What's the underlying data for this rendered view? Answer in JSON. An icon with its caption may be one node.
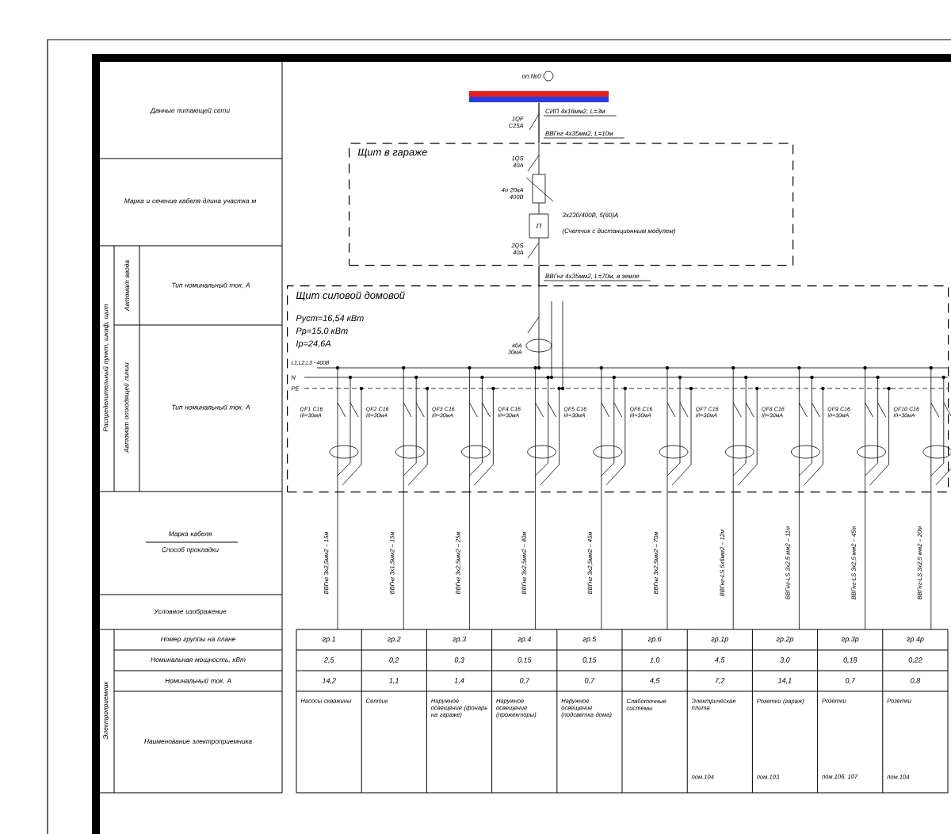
{
  "diagram": {
    "nodes": [
      {
        "text": [],
        "shape": "bar"
      },
      {
        "text": [
          "Щит в гараже"
        ]
      },
      {
        "text": [
          "Щит силовой домовой",
          "Руст=16,54 кВт",
          "Рр=15,0 кВт",
          "Iр=24,6А"
        ]
      }
    ],
    "edges": [
      {
        "from": 0,
        "to": 1,
        "arrow": "none",
        "label": "ВВГнг 4х35мм2, L=10м"
      },
      {
        "from": 1,
        "to": 2,
        "arrow": "none",
        "label": "ВВГнг 4х35мм2, L=70м, в земле"
      }
    ],
    "labels": [
      "Данные питающей сети",
      "Марка и сечение кабеля-длина участка м",
      "Распределительный пункт, шкаф, щит",
      "Автомат ввода",
      "Тип номинальный ток, А",
      "Автомат отходящей линии",
      "Тип номинальный ток, А",
      "Марка кабеля",
      "Способ прокладки",
      "Условное изображение",
      "Электроприемник",
      "Номер группы на плане",
      "Номинальная мощность, кВт",
      "Номинальный ток, А",
      "Наименование электроприемника",
      "оп.№0",
      "СИП 4х16мм2, L=3м",
      "1QF С25А",
      "1QS 40А",
      "4п 20кА 400В",
      "3х230/400В, 5(60)А",
      "(Счетчик с дистанционным модулем)",
      "2QS 40А",
      "40А 30мА",
      "L1,L2,L3 ~400В",
      "N",
      "PE",
      "QF1 С16 Iд=30мА",
      "QF2 С16 Iд=30мА",
      "QF3 С16 Iд=30мА",
      "QF4 С16 Iд=30мА",
      "QF5 С16 Iд=30мА",
      "QF6 С16 Iд=30мА",
      "QF7 С16 Iд=30мА",
      "QF8 С16 Iд=30мА",
      "QF9 С16 Iд=30мА",
      "QF10 С16 Iд=30мА",
      "ВВГнг 3х2,5мм2 – 15м",
      "ВВГнг 3х1,5мм2 – 15м",
      "ВВГнг 3х2,5мм2 – 25м",
      "ВВГнг 3х2,5мм2 – 40м",
      "ВВГнг 3х2,5мм2 – 45м",
      "ВВГнг 3х2,5мм2 – 70м",
      "ВВГнг-LS 5х6мм2 – 12м",
      "ВВГнг-LS 3х2,5 мм2 – 11м",
      "ВВГнг-LS 3х2,5 мм2 – 45м",
      "ВВГнг-LS 3х2,5 мм2 – 20м",
      "гр.1",
      "гр.2",
      "гр.3",
      "гр.4",
      "гр.5",
      "гр.6",
      "гр.1р",
      "гр.2р",
      "гр.3р",
      "гр.4р",
      "2,5",
      "0,2",
      "0,3",
      "0,15",
      "0,15",
      "1,0",
      "4,5",
      "3,0",
      "0,18",
      "0,22",
      "14,2",
      "1,1",
      "1,4",
      "0,7",
      "0,7",
      "4,5",
      "7,2",
      "14,1",
      "0,7",
      "0,8",
      "Насосы скважины",
      "Септик",
      "Наружное освещение (фонарь на гараже)",
      "Наружное освещение (прожекторы)",
      "Наружное освещение (подсветка дома)",
      "Слаботочные системы",
      "Электрическая плита",
      "Розетки (гараж)",
      "Розетки",
      "Розетки",
      "пом.104",
      "пом.103",
      "пом.106, 107",
      "пом.104",
      "П"
    ]
  }
}
